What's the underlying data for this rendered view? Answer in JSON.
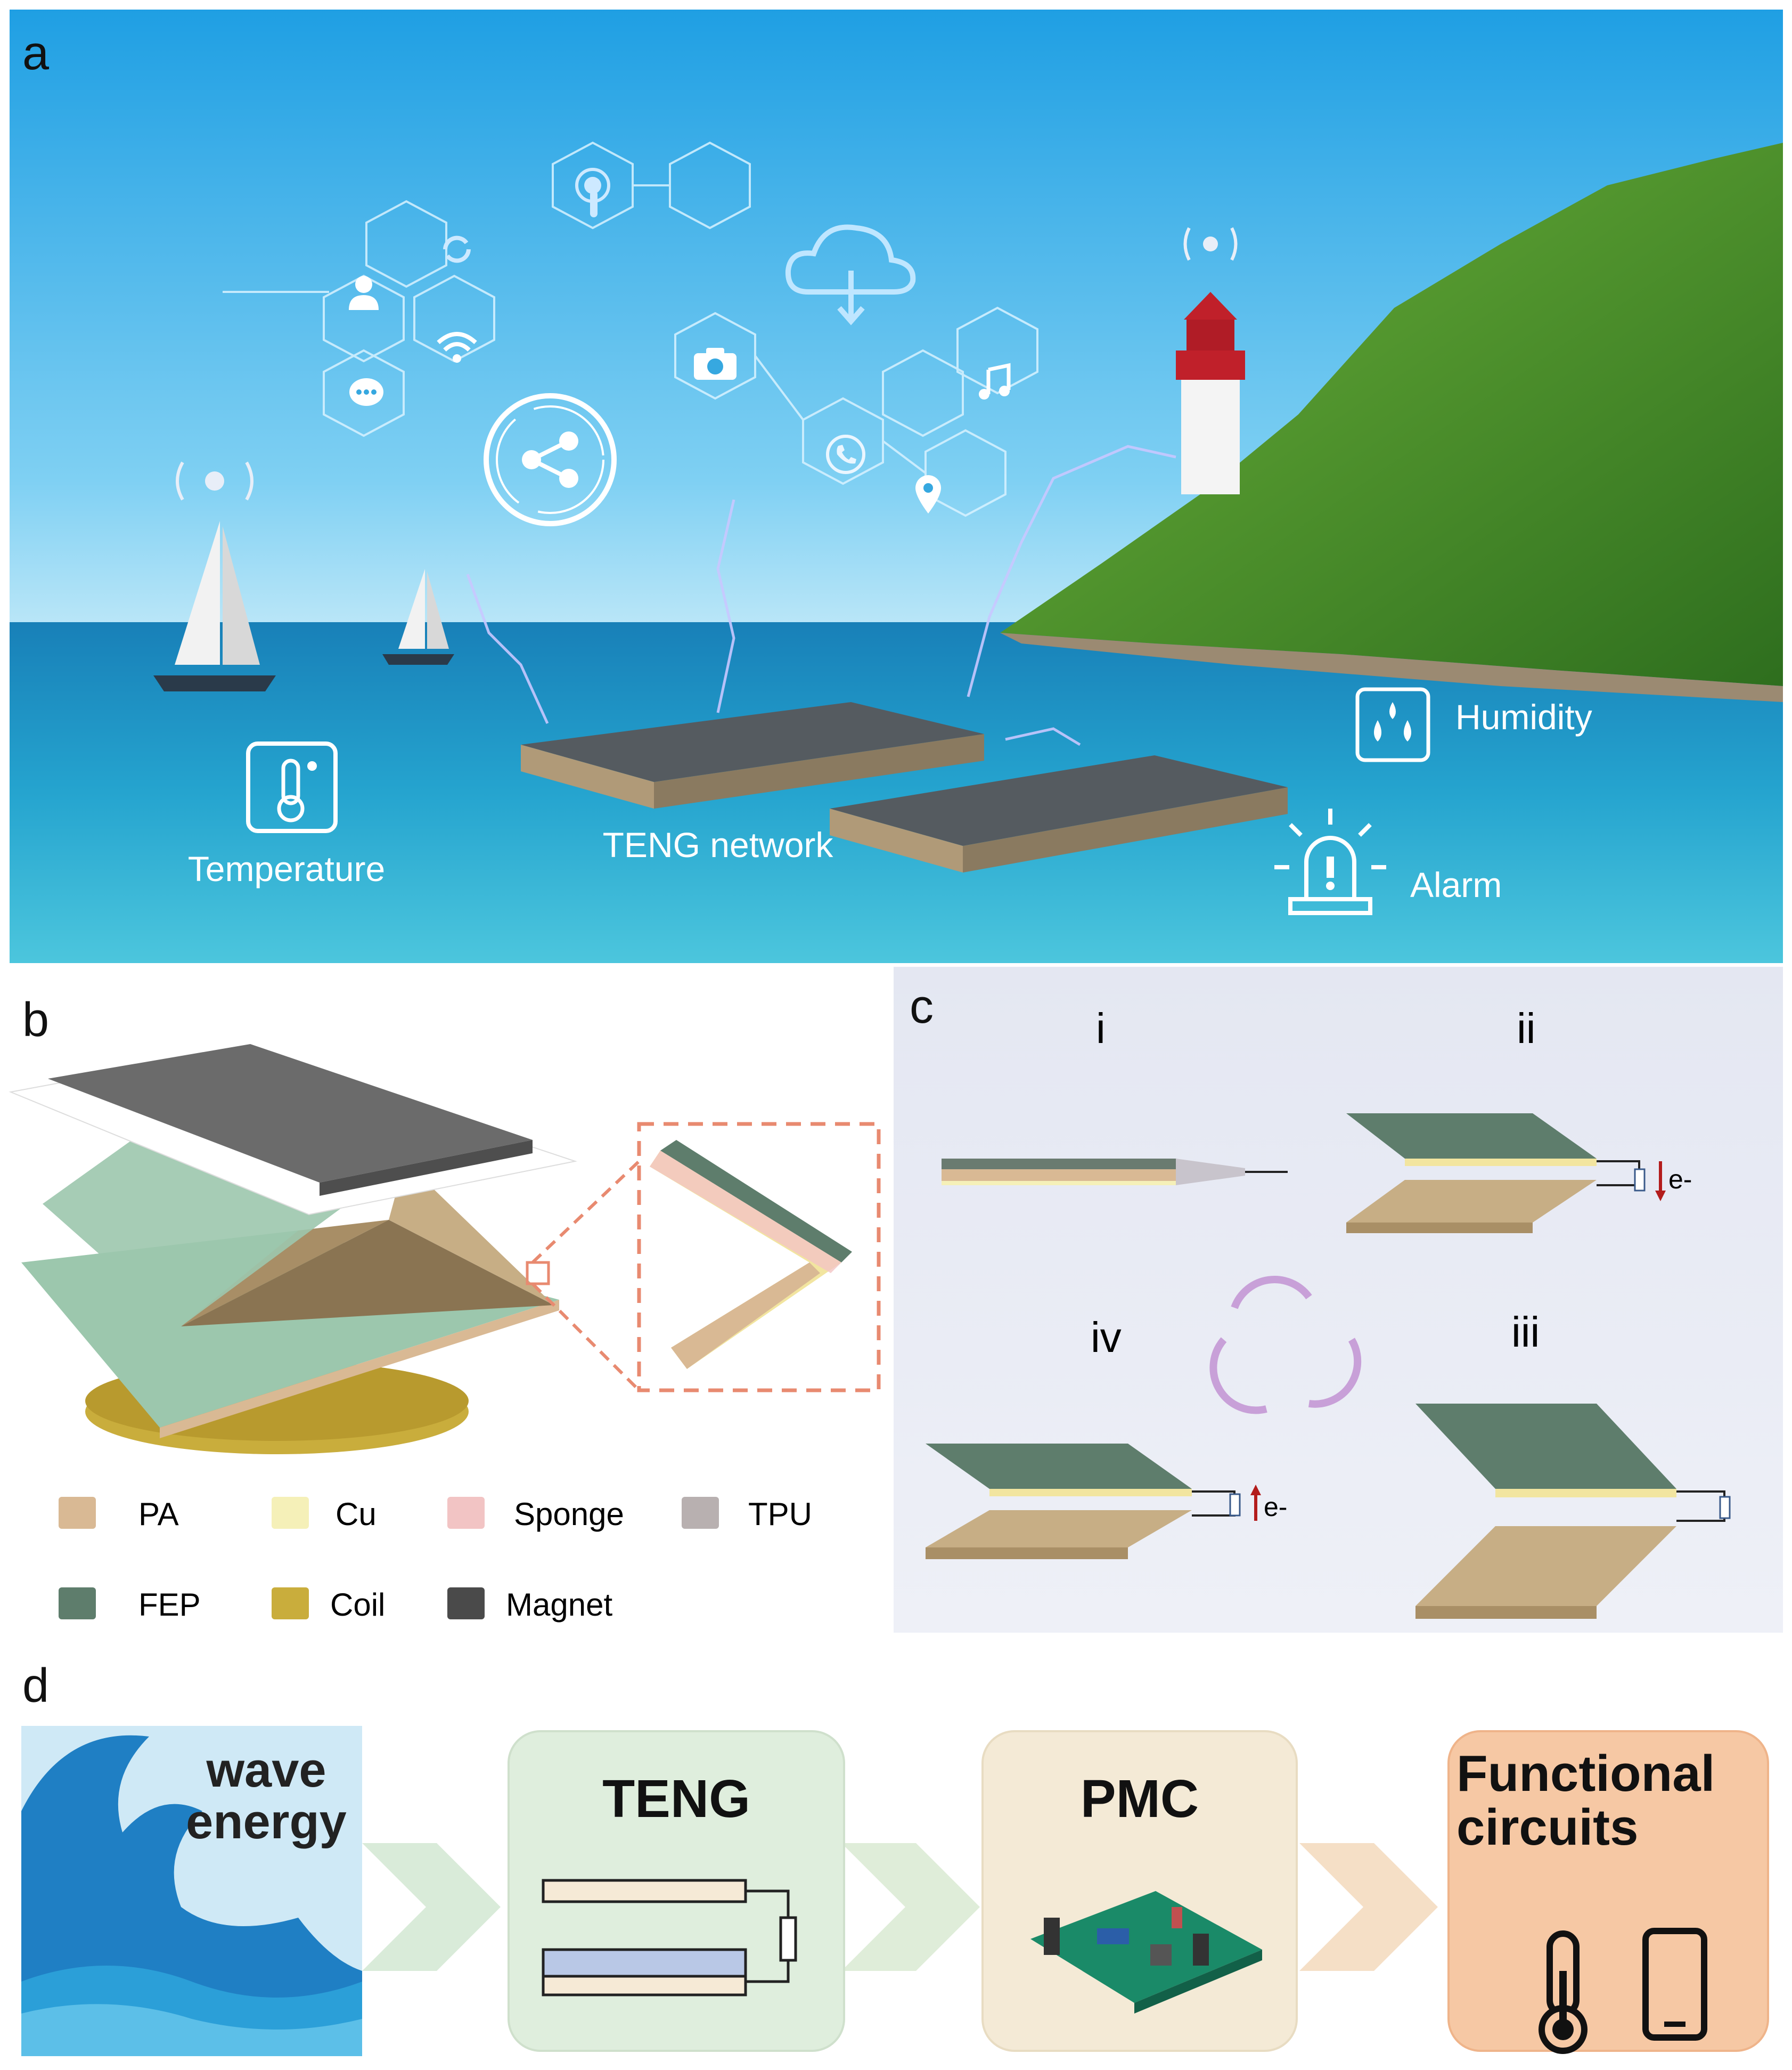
{
  "panel_a": {
    "letter": "a",
    "labels": {
      "temperature": "Temperature",
      "teng_network": "TENG network",
      "humidity": "Humidity",
      "alarm": "Alarm"
    },
    "icons": [
      "user-icon",
      "refresh-icon",
      "wifi-icon",
      "chat-icon",
      "touch-icon",
      "share-icon",
      "cloud-download-icon",
      "camera-icon",
      "music-icon",
      "phone-icon",
      "location-icon",
      "thermometer-icon",
      "humidity-drops-icon",
      "alarm-icon"
    ],
    "colors": {
      "sky_top": "#2fa8e6",
      "sea": "#1a8fc0",
      "hill": "#4f9a2a",
      "lighthouse_red": "#c0202a"
    }
  },
  "panel_b": {
    "letter": "b",
    "legend": [
      {
        "label": "PA",
        "color": "#d9b994"
      },
      {
        "label": "Cu",
        "color": "#f5f0b8"
      },
      {
        "label": "Sponge",
        "color": "#f2c4c4"
      },
      {
        "label": "TPU",
        "color": "#b8b0b0"
      },
      {
        "label": "FEP",
        "color": "#5e7d6c"
      },
      {
        "label": "Coil",
        "color": "#c9ad3c"
      },
      {
        "label": "Magnet",
        "color": "#4a4a4a"
      }
    ]
  },
  "panel_c": {
    "letter": "c",
    "stages": {
      "s1": "i",
      "s2": "ii",
      "s3": "iii",
      "s4": "iv"
    },
    "electron_label": "e-"
  },
  "panel_d": {
    "letter": "d",
    "steps": {
      "wave_line1": "wave",
      "wave_line2": "energy",
      "teng": "TENG",
      "pmc": "PMC",
      "functional_line1": "Functional",
      "functional_line2": "circuits"
    }
  }
}
